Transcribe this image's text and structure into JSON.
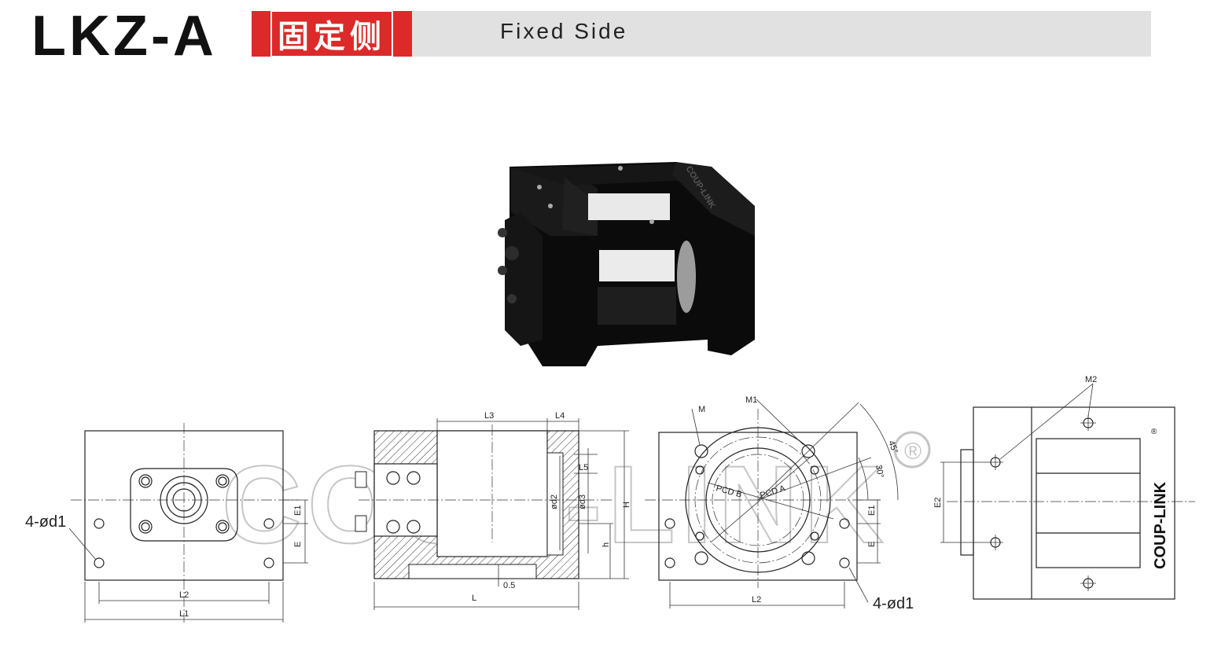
{
  "header": {
    "model": "LKZ-A",
    "chinese_title": "固定侧",
    "english_title": "Fixed Side"
  },
  "colors": {
    "accent_red": "#dc2a2a",
    "bar_grey": "#e1e1e1",
    "ink": "#222222"
  },
  "product_photo": {
    "engraving": "COUP-LINK"
  },
  "drawings": {
    "front": {
      "d1_label": "4-ød1",
      "l2": "L2",
      "l1": "L1",
      "e1": "E1",
      "e": "E"
    },
    "section": {
      "l3": "L3",
      "l4": "L4",
      "l5": "L5",
      "d2": "ød2",
      "d3": "ød3",
      "h_big": "H",
      "h_small": "h",
      "l": "L",
      "gap": "0.5"
    },
    "side": {
      "m": "M",
      "m1": "M1",
      "angle45": "45°",
      "angle30": "30°",
      "pcd_b": "PCD B",
      "pcd_a": "PCD A",
      "e1": "E1",
      "e": "E",
      "l2": "L2",
      "d1_label": "4-ød1"
    },
    "top": {
      "m2": "M2",
      "e2": "E2",
      "brand": "COUP-LINK",
      "registered": "®"
    }
  },
  "watermark": {
    "text": "COUP-LINK",
    "mark": "®"
  }
}
